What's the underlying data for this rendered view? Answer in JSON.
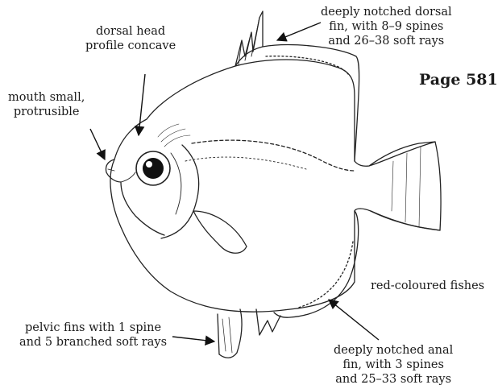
{
  "page_label": "Page 581",
  "caption": "red-coloured fishes",
  "annotations": {
    "dorsal_fin": [
      "deeply notched dorsal",
      "fin, with 8–9 spines",
      "and 26–38 soft rays"
    ],
    "head_profile": [
      "dorsal head",
      "profile concave"
    ],
    "mouth": [
      "mouth small,",
      "protrusible"
    ],
    "pelvic_fins": [
      "pelvic fins with 1 spine",
      "and 5 branched soft rays"
    ],
    "anal_fin": [
      "deeply notched anal",
      "fin, with 3 spines",
      "and 25–33 soft rays"
    ]
  }
}
